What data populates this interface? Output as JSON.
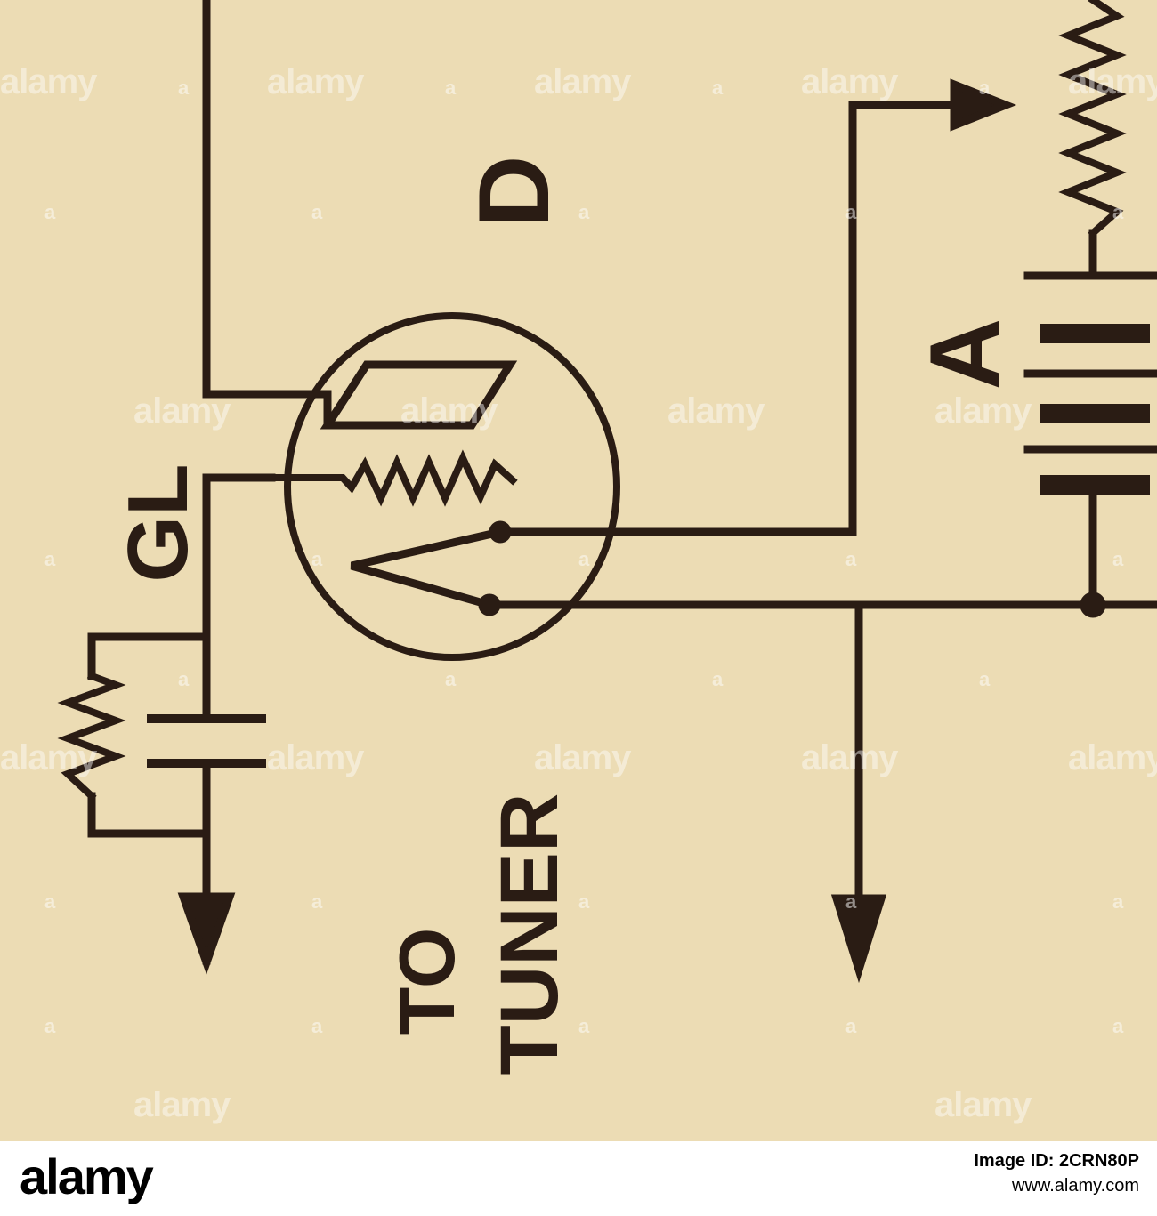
{
  "colors": {
    "paper": "#ecdcb4",
    "ink": "#2a1c14",
    "watermark": "#ffffff",
    "footer_bg": "#ffffff",
    "footer_text": "#000000"
  },
  "labels": {
    "grid_leak": "GL",
    "detector": "D",
    "battery": "A",
    "to": "TO",
    "tuner": "TUNER"
  },
  "watermark": {
    "word": "alamy",
    "tile": "a"
  },
  "footer": {
    "logo": "alamy",
    "image_id": "Image ID: 2CRN80P",
    "url": "www.alamy.com"
  }
}
